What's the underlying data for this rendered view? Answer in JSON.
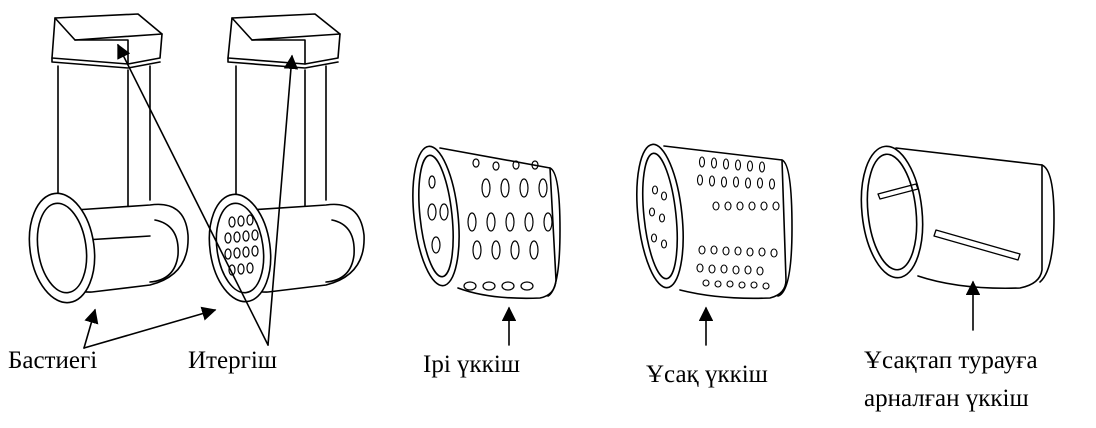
{
  "labels": {
    "housing": "Бастиегі",
    "pusher": "Итергіш",
    "coarse": "Ірі үккіш",
    "fine": "Ұсақ үккіш",
    "slicer_line1": "Ұсақтап турауға",
    "slicer_line2": "арналған үккіш"
  }
}
